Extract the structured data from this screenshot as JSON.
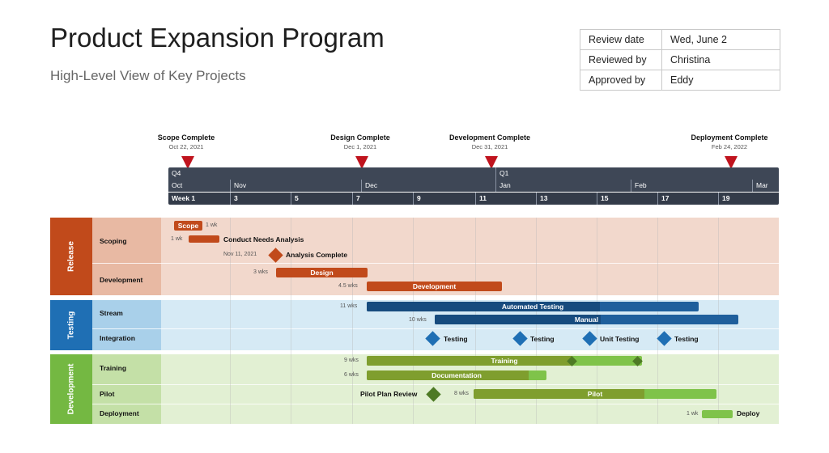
{
  "header": {
    "title": "Product Expansion Program",
    "subtitle": "High-Level View of Key Projects"
  },
  "review": [
    {
      "label": "Review date",
      "value": "Wed, June 2"
    },
    {
      "label": "Reviewed by",
      "value": "Christina"
    },
    {
      "label": "Approved by",
      "value": "Eddy"
    }
  ],
  "milestones_top": [
    {
      "name": "Scope Complete",
      "date": "Oct 22, 2021"
    },
    {
      "name": "Design Complete",
      "date": "Dec 1, 2021"
    },
    {
      "name": "Development Complete",
      "date": "Dec 31, 2021"
    },
    {
      "name": "Deployment Complete",
      "date": "Feb 24, 2022"
    }
  ],
  "timescale": {
    "quarters": [
      "Q4",
      "Q1"
    ],
    "months": [
      "Oct",
      "Nov",
      "Dec",
      "Jan",
      "Feb",
      "Mar"
    ],
    "weeks": [
      "Week 1",
      "3",
      "5",
      "7",
      "9",
      "11",
      "13",
      "15",
      "17",
      "19"
    ]
  },
  "colors": {
    "release": "#c14a1b",
    "release_light": "#f2d8cc",
    "release_row": "#e8b9a3",
    "testing": "#1f6fb4",
    "testing_light": "#d6eaf5",
    "testing_row": "#a9d0ea",
    "development": "#74b842",
    "development_light": "#e2f0d3",
    "development_row": "#c4e0a7",
    "milestone_red": "#c0141e",
    "orange_bar": "#c14a1b",
    "blue_bar": "#1f5f9c",
    "blue_bar_progress": "#174b7e",
    "green_bar": "#7fc34a",
    "green_bar_progress": "#7f9e2e",
    "green_diamond": "#4e7a25"
  },
  "bands": [
    {
      "name": "Release",
      "rows": [
        "Scoping",
        "Development"
      ]
    },
    {
      "name": "Testing",
      "rows": [
        "Stream",
        "Integration"
      ]
    },
    {
      "name": "Development",
      "rows": [
        "Training",
        "Pilot",
        "Deployment"
      ]
    }
  ],
  "chart_data": {
    "type": "gantt",
    "tasks": [
      {
        "name": "Scope",
        "duration": "1 wk",
        "group": "Release"
      },
      {
        "name": "Conduct Needs Analysis",
        "duration": "1 wk",
        "group": "Release"
      },
      {
        "name": "Design",
        "duration": "3 wks",
        "group": "Release"
      },
      {
        "name": "Development",
        "duration": "4.5 wks",
        "group": "Release"
      },
      {
        "name": "Automated Testing",
        "duration": "11 wks",
        "group": "Testing"
      },
      {
        "name": "Manual",
        "duration": "10 wks",
        "group": "Testing"
      },
      {
        "name": "Training",
        "duration": "9 wks",
        "group": "Development"
      },
      {
        "name": "Documentation",
        "duration": "6 wks",
        "group": "Development"
      },
      {
        "name": "Pilot",
        "duration": "8 wks",
        "group": "Development"
      },
      {
        "name": "Deploy",
        "duration": "1 wk",
        "group": "Development"
      }
    ],
    "milestones": [
      {
        "name": "Analysis Complete",
        "date": "Nov 11, 2021"
      },
      {
        "name": "Testing"
      },
      {
        "name": "Testing"
      },
      {
        "name": "Unit Testing"
      },
      {
        "name": "Testing"
      },
      {
        "name": "Pilot Plan Review"
      }
    ]
  }
}
